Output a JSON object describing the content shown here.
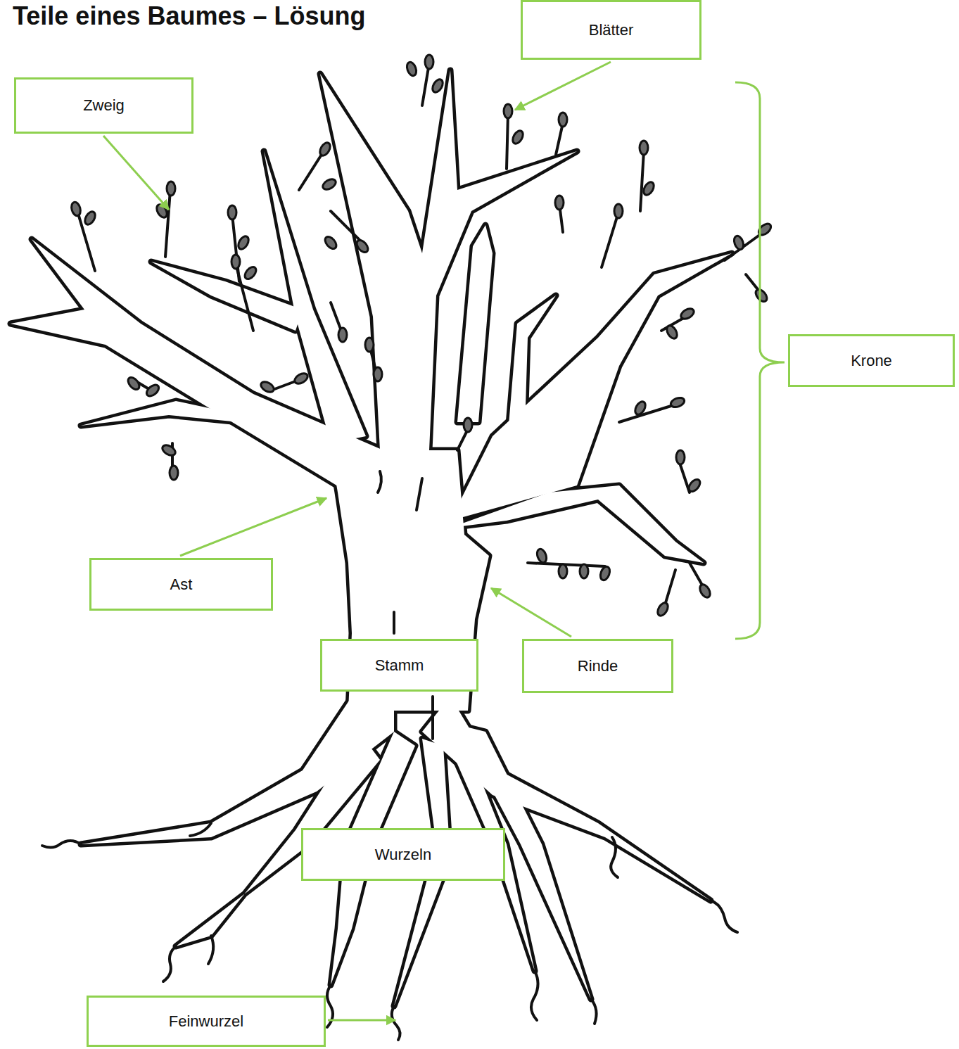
{
  "diagram": {
    "title": "Teile eines Baumes – Lösung",
    "nodes": [
      {
        "text": [
          "Blätter"
        ]
      },
      {
        "text": [
          "Zweig"
        ]
      },
      {
        "text": [
          "Krone"
        ]
      },
      {
        "text": [
          "Ast"
        ]
      },
      {
        "text": [
          "Stamm"
        ]
      },
      {
        "text": [
          "Rinde"
        ]
      },
      {
        "text": [
          "Wurzeln"
        ]
      },
      {
        "text": [
          "Feinwurzel"
        ]
      }
    ]
  }
}
